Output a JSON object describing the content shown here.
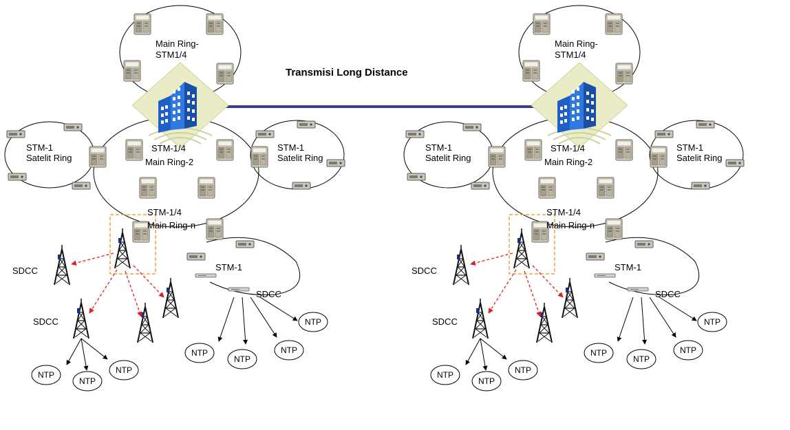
{
  "title": "Transmisi Long Distance",
  "colors": {
    "link": "#3a3d9a",
    "radio_link": "#e02020",
    "highlight_box": "#f0a040",
    "building": "#2a6fd6",
    "diamond": "#e9ecc4"
  },
  "sites": [
    {
      "main_ring": {
        "line1": "Main Ring-",
        "line2": "STM1/4"
      },
      "core_ring": {
        "line1": "STM-1/4",
        "line2": "Main Ring-2"
      },
      "left_satellite": {
        "line1": "STM-1",
        "line2": "Satelit Ring"
      },
      "right_satellite": {
        "line1": "STM-1",
        "line2": "Satelit Ring"
      },
      "lower_ring": {
        "line1": "STM-1/4",
        "line2": "Main Ring-n"
      },
      "stm1_label": "STM-1",
      "sdcc_labels": [
        "SDCC",
        "SDCC",
        "SDCC"
      ],
      "ntp_labels": [
        "NTP",
        "NTP",
        "NTP",
        "NTP",
        "NTP",
        "NTP",
        "NTP"
      ]
    },
    {
      "main_ring": {
        "line1": "Main Ring-",
        "line2": "STM1/4"
      },
      "core_ring": {
        "line1": "STM-1/4",
        "line2": "Main Ring-2"
      },
      "left_satellite": {
        "line1": "STM-1",
        "line2": "Satelit Ring"
      },
      "right_satellite": {
        "line1": "STM-1",
        "line2": "Satelit Ring"
      },
      "lower_ring": {
        "line1": "STM-1/4",
        "line2": "Main Ring-n"
      },
      "stm1_label": "STM-1",
      "sdcc_labels": [
        "SDCC",
        "SDCC",
        "SDCC"
      ],
      "ntp_labels": [
        "NTP",
        "NTP",
        "NTP",
        "NTP",
        "NTP",
        "NTP",
        "NTP"
      ]
    }
  ]
}
